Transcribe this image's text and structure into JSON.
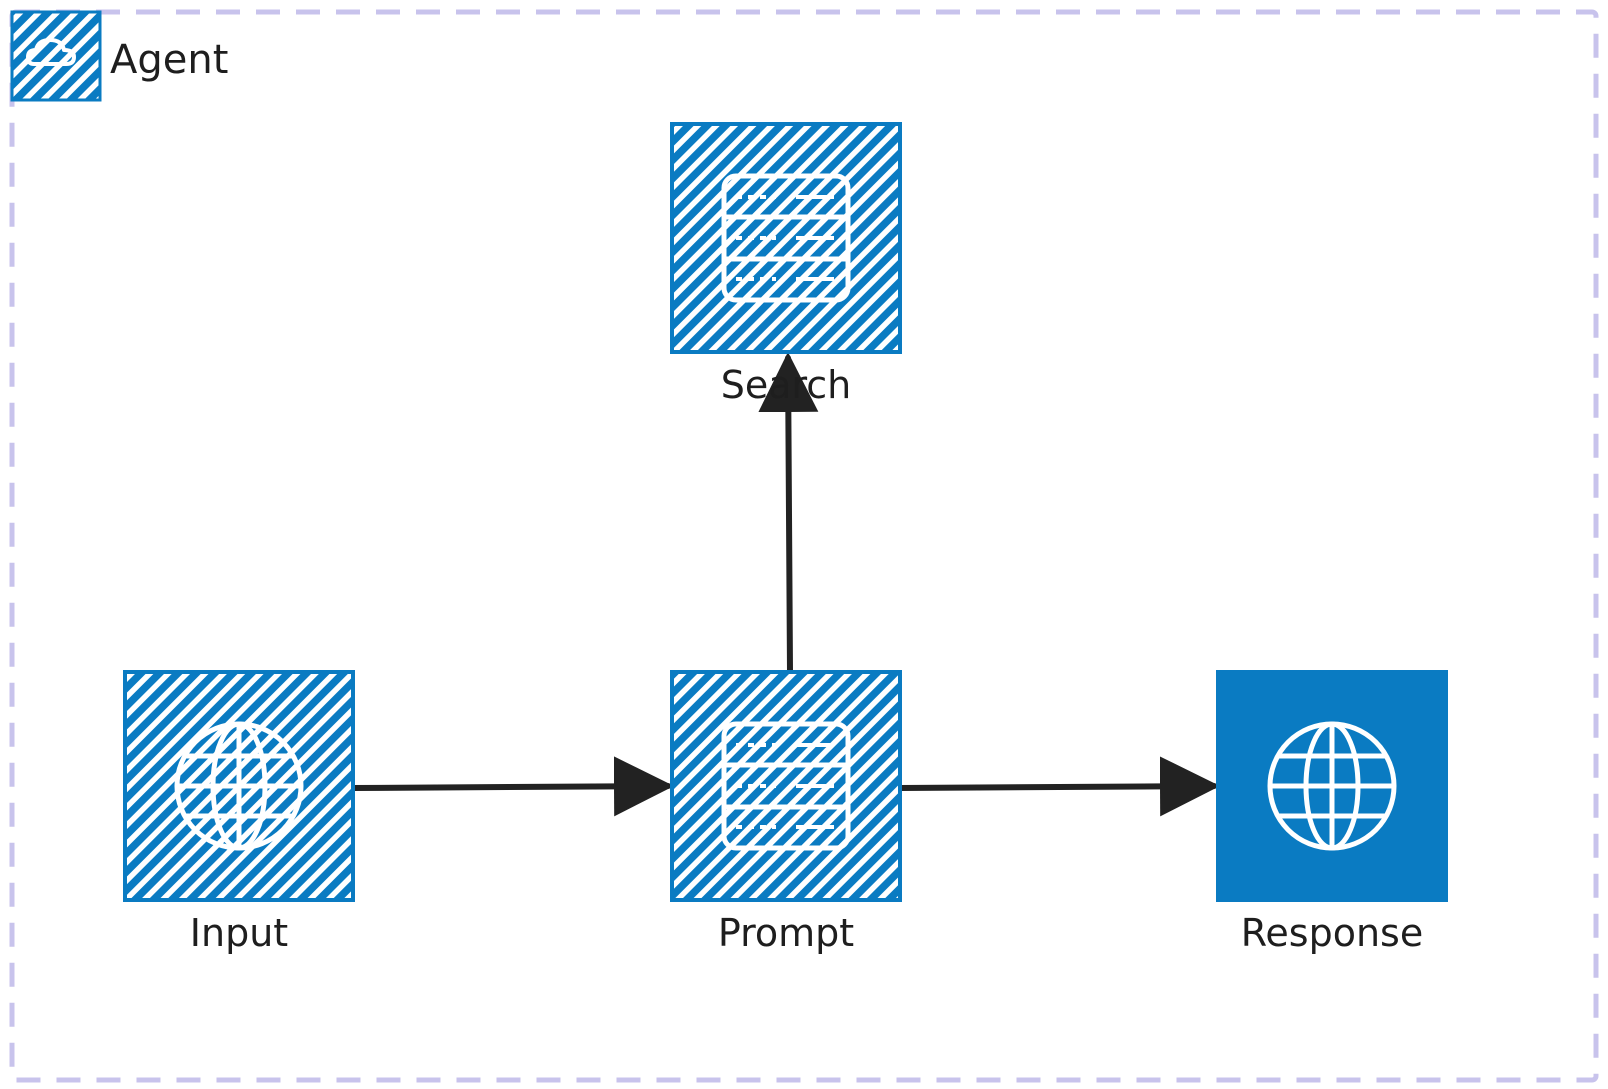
{
  "colors": {
    "node_fill": "#0a7bc2",
    "cluster_border": "#c8c3ec",
    "edge": "#222222",
    "icon": "#ffffff",
    "label": "#1e1e1e"
  },
  "cluster": {
    "label": "Agent",
    "icon": "cloud-icon",
    "style": "dashed"
  },
  "nodes": [
    {
      "id": "input",
      "label": "Input",
      "icon": "globe-icon",
      "fill": "hachure"
    },
    {
      "id": "prompt",
      "label": "Prompt",
      "icon": "server-icon",
      "fill": "hachure"
    },
    {
      "id": "search",
      "label": "Search",
      "icon": "server-icon",
      "fill": "hachure"
    },
    {
      "id": "response",
      "label": "Response",
      "icon": "globe-icon",
      "fill": "solid"
    }
  ],
  "edges": [
    {
      "from": "input",
      "to": "prompt"
    },
    {
      "from": "prompt",
      "to": "search"
    },
    {
      "from": "prompt",
      "to": "response"
    }
  ]
}
